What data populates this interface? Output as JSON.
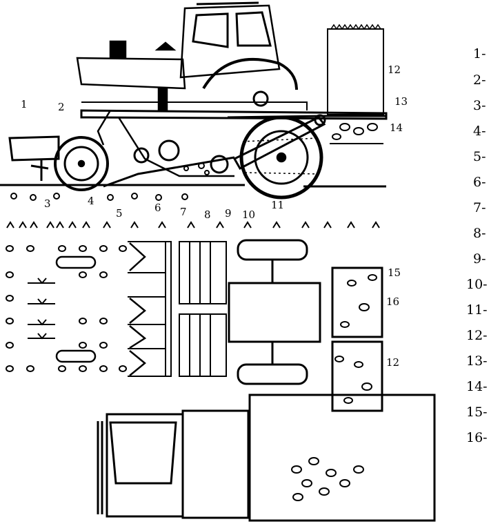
{
  "diagram": {
    "callouts": {
      "c1": "1",
      "c2": "2",
      "c3": "3",
      "c4": "4",
      "c5": "5",
      "c6": "6",
      "c7": "7",
      "c8": "8",
      "c9": "9",
      "c10": "10",
      "c11": "11",
      "c12": "12",
      "c13": "13",
      "c14": "14",
      "c15": "15",
      "c16": "16",
      "c12b": "12"
    },
    "legend": [
      "1-",
      "2-",
      "3-",
      "4-",
      "5-",
      "6-",
      "7-",
      "8-",
      "9-",
      "10-",
      "11-",
      "12-",
      "13-",
      "14-",
      "15-",
      "16-"
    ]
  },
  "colors": {
    "ink": "#000000",
    "paper": "#ffffff"
  }
}
